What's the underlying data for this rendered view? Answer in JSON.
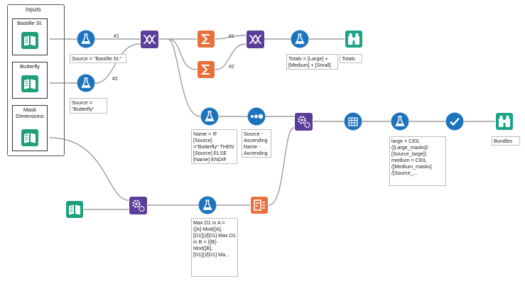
{
  "container": {
    "title": "Inputs"
  },
  "inputs": [
    {
      "label": "Bastille St."
    },
    {
      "label": "Butterfly"
    },
    {
      "label": "Mask Dimensions"
    }
  ],
  "annotations": {
    "source_bastille": "Source = \"Bastille St.\"",
    "source_butterfly": "Source = \"Butterfly\"",
    "totals_formula": "Totals = [Large] + [Medium] + [Small]",
    "totals_browse": "Totals",
    "name_formula": "Name = IF [Source] =\"Butterfly\" THEN [Source] ELSE [Name] ENDIF",
    "sort_config": "Source - Ascending Name - Ascending",
    "ceil_formula": "large = CEIL ([Large_masks]/ [Source_large]) medium = CEIL ([Medium_masks] /[Source_...",
    "bundles_browse": "Bundles",
    "maxd1_formula": "Max D1 in A = ([A]-Mod([A], [D1]))/[D1] Max D1 in B = ([B]-Mod([B], [D1]))/[D1] Ma..."
  },
  "anchor_labels": {
    "union_out1": "#1",
    "union_in2": "#2",
    "sum_out1": "#1",
    "sum_out2": "#2"
  },
  "colors": {
    "input_green": "#1f9e7c",
    "formula_blue": "#1e73be",
    "join_purple": "#5c3d99",
    "summarize_orange": "#e8703a",
    "browse_teal": "#1aa386",
    "connector": "#9e9e9e",
    "anchor": "#8cc63f"
  }
}
